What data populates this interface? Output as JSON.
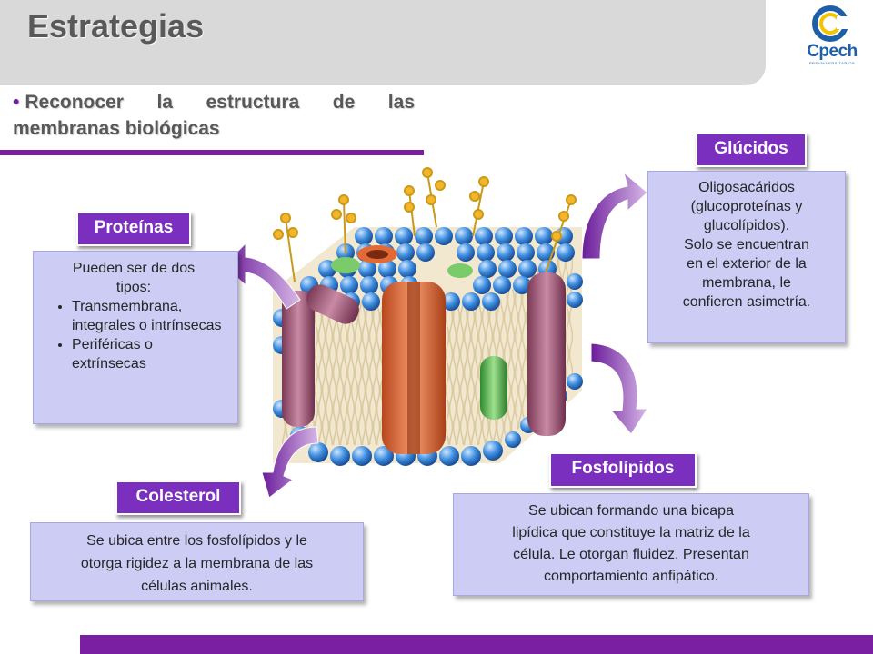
{
  "header": {
    "title": "Estrategias",
    "logo_brand": "Cpech",
    "logo_subtitle": "PREUNIVERSITARIOS"
  },
  "objective": {
    "text": "Reconocer la estructura de las membranas biológicas"
  },
  "labels": {
    "glucidos": "Glúcidos",
    "proteinas": "Proteínas",
    "colesterol": "Colesterol",
    "fosfolipidos": "Fosfolípidos"
  },
  "boxes": {
    "glucidos": {
      "line1": "Oligosacáridos",
      "line2": "(glucoproteínas y",
      "line3": "glucolípidos).",
      "line4": "Solo se encuentran",
      "line5": "en el exterior de la",
      "line6": "membrana, le",
      "line7": "confieren asimetría."
    },
    "proteinas": {
      "intro1": "Pueden ser de dos",
      "intro2": "tipos:",
      "items": [
        "Transmembrana, integrales o intrínsecas",
        "Periféricas o extrínsecas"
      ]
    },
    "colesterol": {
      "line1": "Se ubica entre los fosfolípidos y le",
      "line2": "otorga rigidez a la membrana de las",
      "line3": "células animales."
    },
    "fosfolipidos": {
      "line1": "Se ubican formando una bicapa",
      "line2": "lipídica que  constituye la matriz de la",
      "line3": "célula. Le otorgan fluidez. Presentan",
      "line4": "comportamiento anfipático."
    }
  },
  "colors": {
    "accent_purple": "#7b1fa2",
    "label_purple": "#7b2fbe",
    "box_fill": "#ccccf5",
    "title_gray": "#595959",
    "header_bar": "#d9d9d9",
    "logo_blue": "#1f5fa8",
    "logo_yellow": "#f5c400"
  }
}
